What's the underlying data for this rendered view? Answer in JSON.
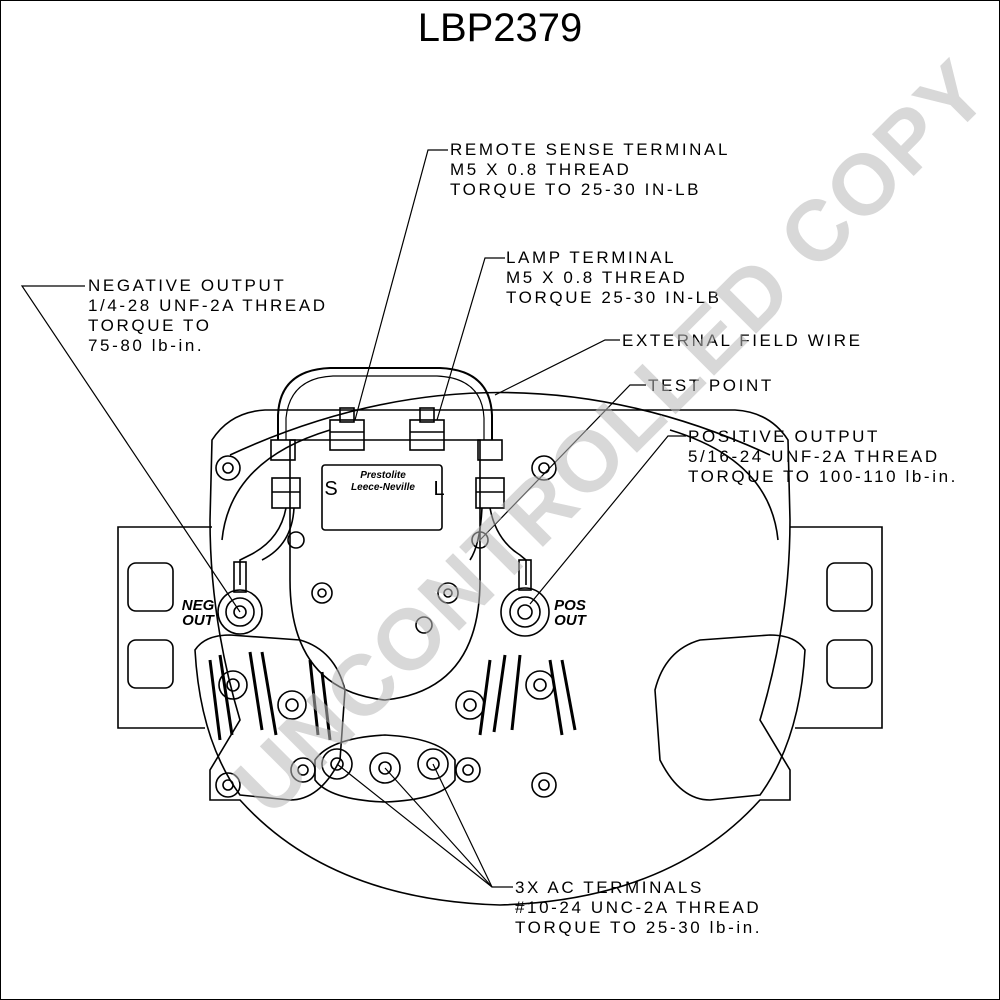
{
  "title": "LBP2379",
  "watermark": "UNCONTROLLED COPY",
  "callouts": {
    "remote_sense": [
      "REMOTE SENSE TERMINAL",
      "M5 X 0.8 THREAD",
      "TORQUE TO 25-30 IN-LB"
    ],
    "lamp": [
      "LAMP TERMINAL",
      "M5 X 0.8 THREAD",
      "TORQUE 25-30 IN-LB"
    ],
    "negative_output": [
      "NEGATIVE OUTPUT",
      "1/4-28 UNF-2A THREAD",
      "TORQUE TO",
      "75-80 lb-in."
    ],
    "external_field_wire": "EXTERNAL FIELD WIRE",
    "test_point": "TEST POINT",
    "positive_output": [
      "POSITIVE OUTPUT",
      "5/16-24 UNF-2A THREAD",
      "TORQUE TO 100-110 lb-in."
    ],
    "ac_terminals": [
      "3X AC TERMINALS",
      "#10-24 UNC-2A THREAD",
      "TORQUE TO 25-30 lb-in."
    ]
  },
  "labels": {
    "neg": [
      "NEG",
      "OUT"
    ],
    "pos": [
      "POS",
      "OUT"
    ],
    "s": "S",
    "l": "L",
    "brand": [
      "Prestolite",
      "Leece-Neville"
    ]
  }
}
